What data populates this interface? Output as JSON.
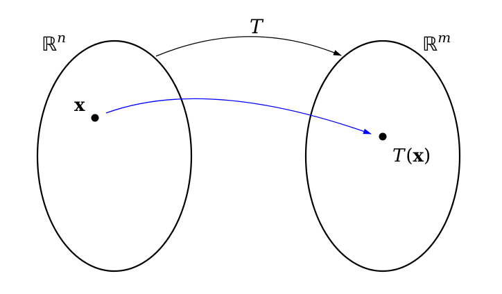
{
  "domain_label": "ℝ",
  "domain_exp": "n",
  "codomain_label": "ℝ",
  "codomain_exp": "m",
  "map_label": "T",
  "point_label": "x",
  "image_label_T": "T",
  "image_label_open": "(",
  "image_label_x": "x",
  "image_label_close": ")",
  "colors": {
    "outline": "#000000",
    "point_map": "#0000ff"
  }
}
